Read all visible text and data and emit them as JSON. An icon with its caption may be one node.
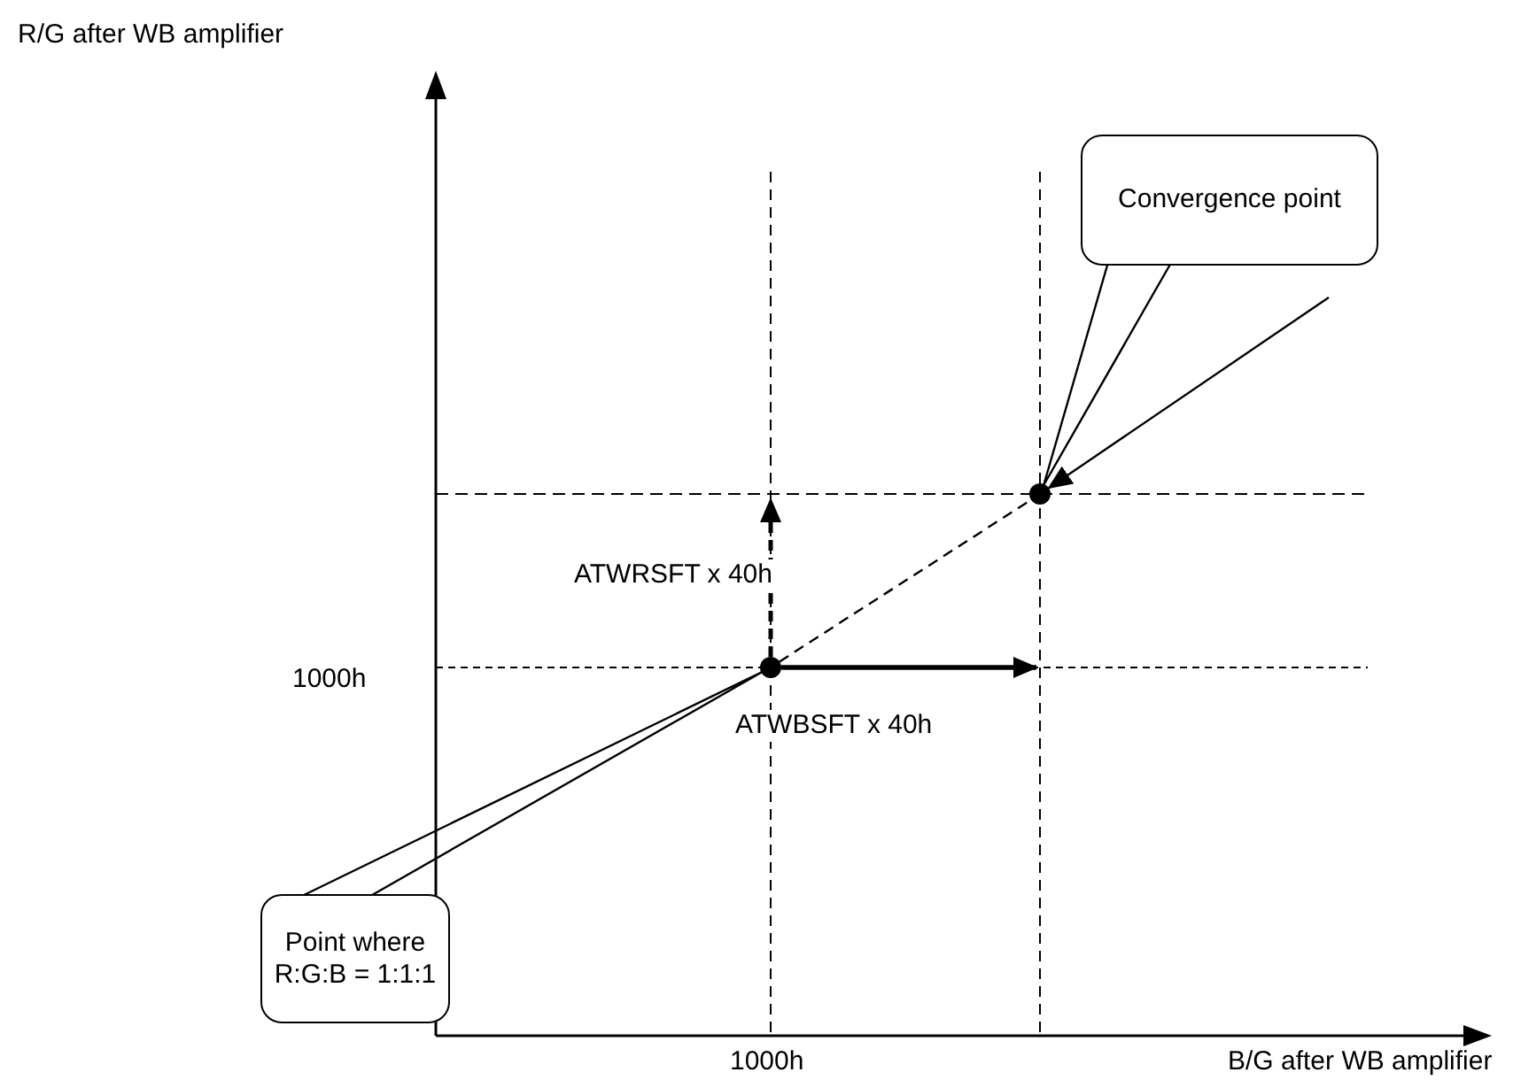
{
  "diagram": {
    "nodes": [
      {
        "text": [
          "Convergence point"
        ]
      },
      {
        "text": [],
        "shape": "circle"
      },
      {
        "text": [],
        "shape": "circle"
      },
      {
        "text": [
          "Point where R:G:B = 1:1:1"
        ]
      }
    ],
    "edges": [
      {
        "from": 2,
        "to": null,
        "arrow": "to",
        "label": "ATWRSFT x 40h",
        "style": "dashed"
      },
      {
        "from": 2,
        "to": null,
        "arrow": "to",
        "label": "ATWBSFT x 40h",
        "style": "thick"
      },
      {
        "from": 2,
        "to": 1,
        "arrow": "none",
        "style": "dashed"
      },
      {
        "from": null,
        "to": 1,
        "arrow": "to"
      },
      {
        "from": 0,
        "to": 1,
        "arrow": "none"
      },
      {
        "from": 3,
        "to": 2,
        "arrow": "none"
      }
    ],
    "labels": [
      "R/G after WB amplifier",
      "1000h",
      "1000h",
      "B/G after WB amplifier"
    ]
  }
}
